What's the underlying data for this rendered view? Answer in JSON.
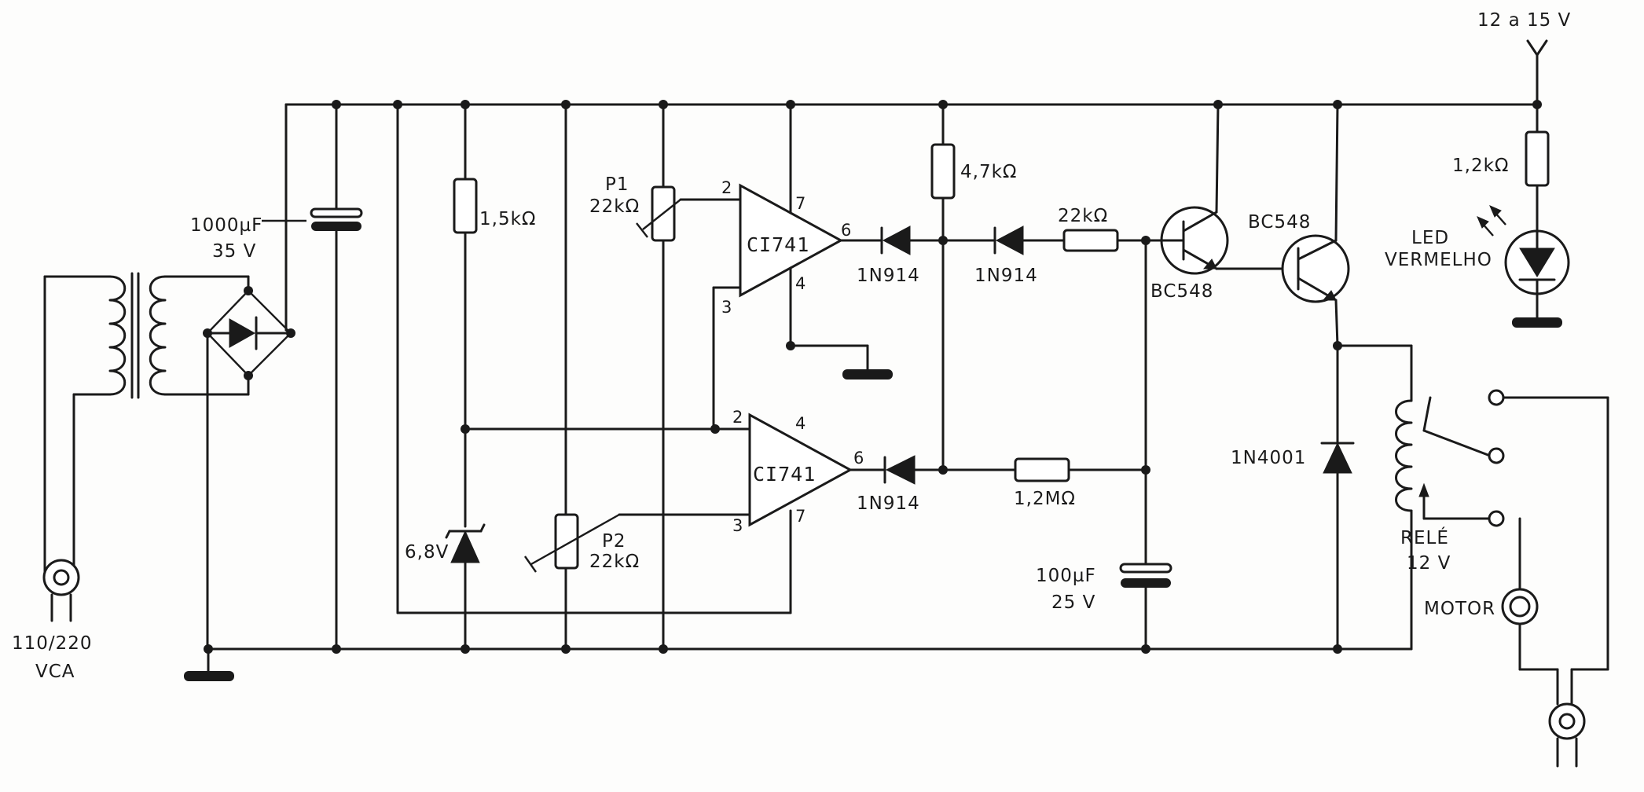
{
  "supply": {
    "label": "12 a 15 V"
  },
  "mains": {
    "voltage_label": "110/220",
    "unit_label": "VCA"
  },
  "input_capacitor": {
    "value": "1000µF",
    "voltage": "35 V"
  },
  "zener_resistor": {
    "value": "1,5kΩ"
  },
  "zener": {
    "value": "6,8V"
  },
  "p1": {
    "name": "P1",
    "value": "22kΩ"
  },
  "p2": {
    "name": "P2",
    "value": "22kΩ"
  },
  "ic1": {
    "label": "CI741",
    "pins": {
      "inv": "2",
      "noninv": "3",
      "vcc": "7",
      "gnd": "4",
      "out": "6"
    }
  },
  "ic2": {
    "label": "CI741",
    "pins": {
      "inv": "2",
      "noninv": "3",
      "vcc": "7",
      "gnd": "4",
      "out": "6"
    }
  },
  "d1": {
    "value": "1N914"
  },
  "d2": {
    "value": "1N914"
  },
  "d3": {
    "value": "1N914"
  },
  "r_pullup": {
    "value": "4,7kΩ"
  },
  "r_base": {
    "value": "22kΩ"
  },
  "r_feedback": {
    "value": "1,2MΩ"
  },
  "timing_capacitor": {
    "value": "100µF",
    "voltage": "25 V"
  },
  "q1": {
    "value": "BC548"
  },
  "q2": {
    "value": "BC548"
  },
  "flyback_diode": {
    "value": "1N4001"
  },
  "relay": {
    "name": "RELÉ",
    "voltage": "12 V"
  },
  "led_resistor": {
    "value": "1,2kΩ"
  },
  "led": {
    "line1": "LED",
    "line2": "VERMELHO"
  },
  "motor": {
    "label": "MOTOR"
  }
}
